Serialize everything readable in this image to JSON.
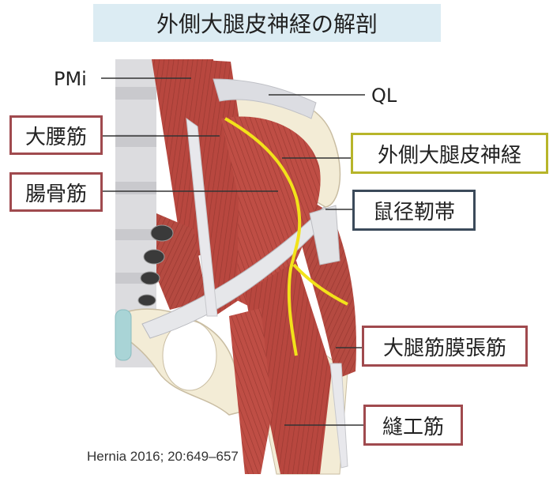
{
  "title": "外側大腿皮神経の解剖",
  "labels": {
    "pmi": "PMi",
    "ql": "QL",
    "psoas_major": "大腰筋",
    "iliacus": "腸骨筋",
    "lfcn": "外側大腿皮神経",
    "inguinal_ligament": "鼠径靭帯",
    "tfl": "大腿筋膜張筋",
    "sartorius": "縫工筋"
  },
  "citation": "Hernia 2016; 20:649–657",
  "colors": {
    "muscle": "#b8473f",
    "muscle_dark": "#8e3129",
    "nerve": "#f2e21a",
    "bone": "#f3ecd6",
    "tendon": "#dcdde2",
    "label_border_muscle": "#a04a4e",
    "label_border_nerve": "#b7b52a",
    "label_border_ligament": "#3b4a5a",
    "title_bg": "#dcecf3"
  }
}
